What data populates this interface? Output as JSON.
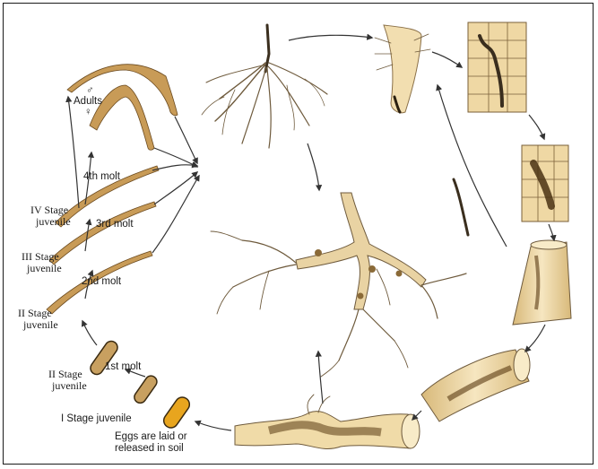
{
  "labels": {
    "adults": "Adults",
    "male_symbol": "♂",
    "female_symbol": "♀",
    "molt4": "4th molt",
    "stage4": [
      "IV Stage",
      "juvenile"
    ],
    "molt3": "3rd molt",
    "stage3": [
      "III Stage",
      "juvenile"
    ],
    "molt2": "2nd molt",
    "stage2_upper": [
      "II Stage",
      "juvenile"
    ],
    "molt1": "1st molt",
    "stage2_lower": [
      "II Stage",
      "juvenile"
    ],
    "stage1": "I Stage juvenile",
    "eggs": [
      "Eggs are laid or",
      "released in soil"
    ]
  },
  "colors": {
    "border": "#1a1a1a",
    "root_tan": "#e9d3a3",
    "root_stroke": "#6e5a3c",
    "worm": "#c89b57",
    "egg_mass": "#e8a51e",
    "gall_dark": "#5a3a12"
  }
}
